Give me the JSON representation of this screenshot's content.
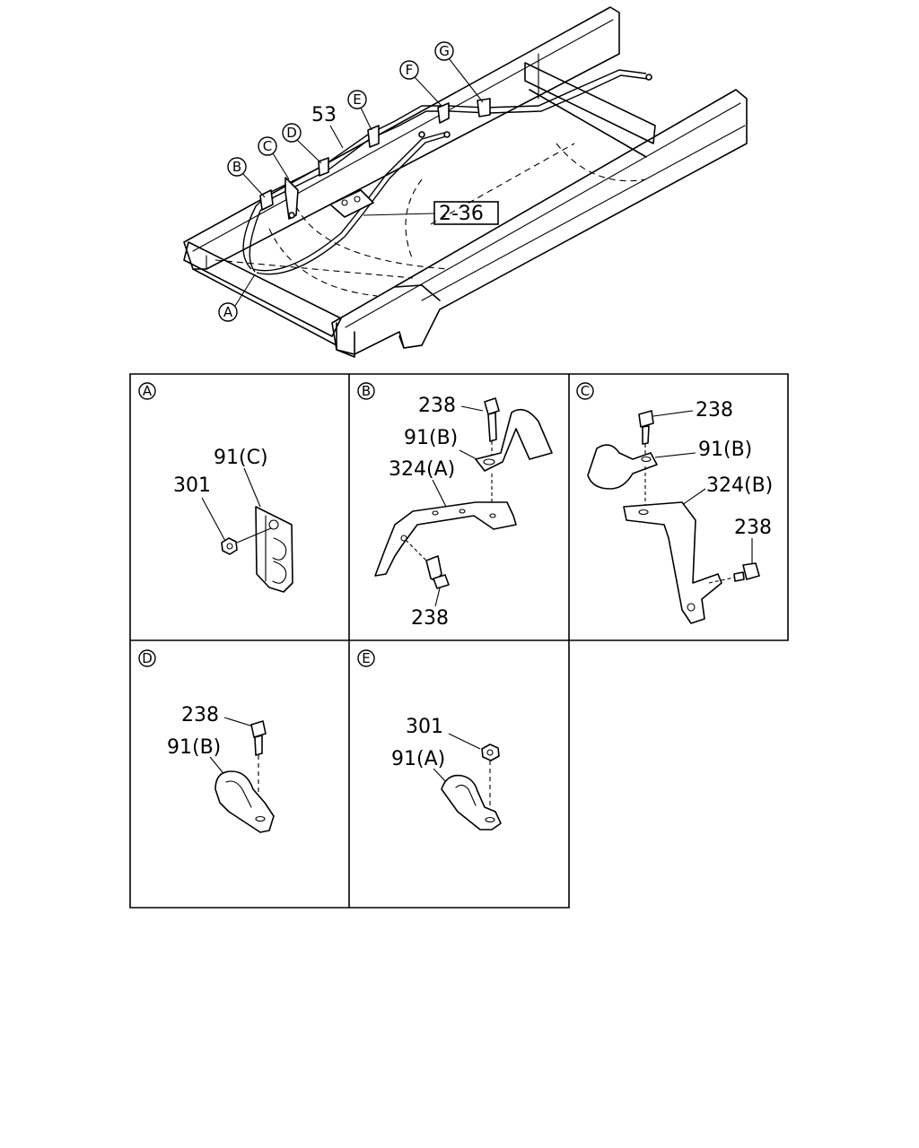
{
  "overview": {
    "callouts": [
      "A",
      "B",
      "C",
      "D",
      "E",
      "F",
      "G"
    ],
    "part_label_cable": "53",
    "ref_box": "2-36"
  },
  "panels": {
    "A": {
      "letter": "A",
      "labels": [
        "91(C)",
        "301"
      ]
    },
    "B": {
      "letter": "B",
      "labels": [
        "238",
        "91(B)",
        "324(A)",
        "238"
      ]
    },
    "C": {
      "letter": "C",
      "labels": [
        "238",
        "91(B)",
        "324(B)",
        "238"
      ]
    },
    "D": {
      "letter": "D",
      "labels": [
        "238",
        "91(B)"
      ]
    },
    "E": {
      "letter": "E",
      "labels": [
        "301",
        "91(A)"
      ]
    }
  }
}
